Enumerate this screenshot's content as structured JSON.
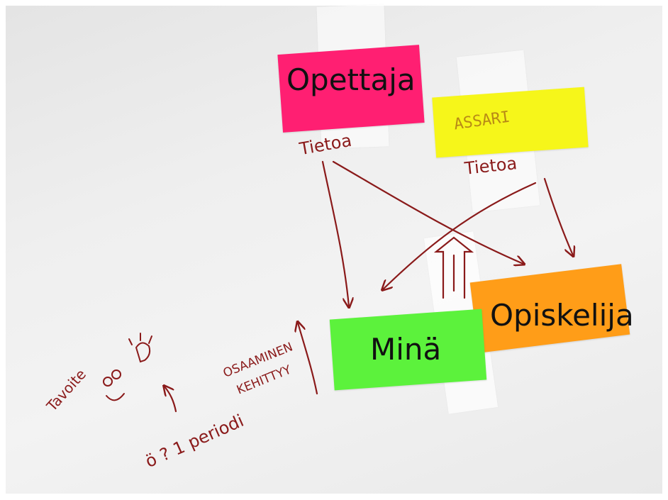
{
  "labels": {
    "opettaja": "Opettaja",
    "opiskelija": "Opiskelija",
    "mina": "Minä"
  },
  "handwriting": {
    "assari": "ASSARI",
    "tietoa_left": "Tietoa",
    "tietoa_right": "Tietoa",
    "osaaminen": "OSAAMINEN",
    "kehittyy": "KEHITTYY",
    "tavoite": "Tavoite",
    "periodi": "ö ? 1 periodi"
  },
  "colors": {
    "pink": "#ff1f72",
    "yellow": "#f6f61a",
    "orange": "#ff9d18",
    "green": "#5cf23c",
    "ink": "#8a1a1a"
  }
}
